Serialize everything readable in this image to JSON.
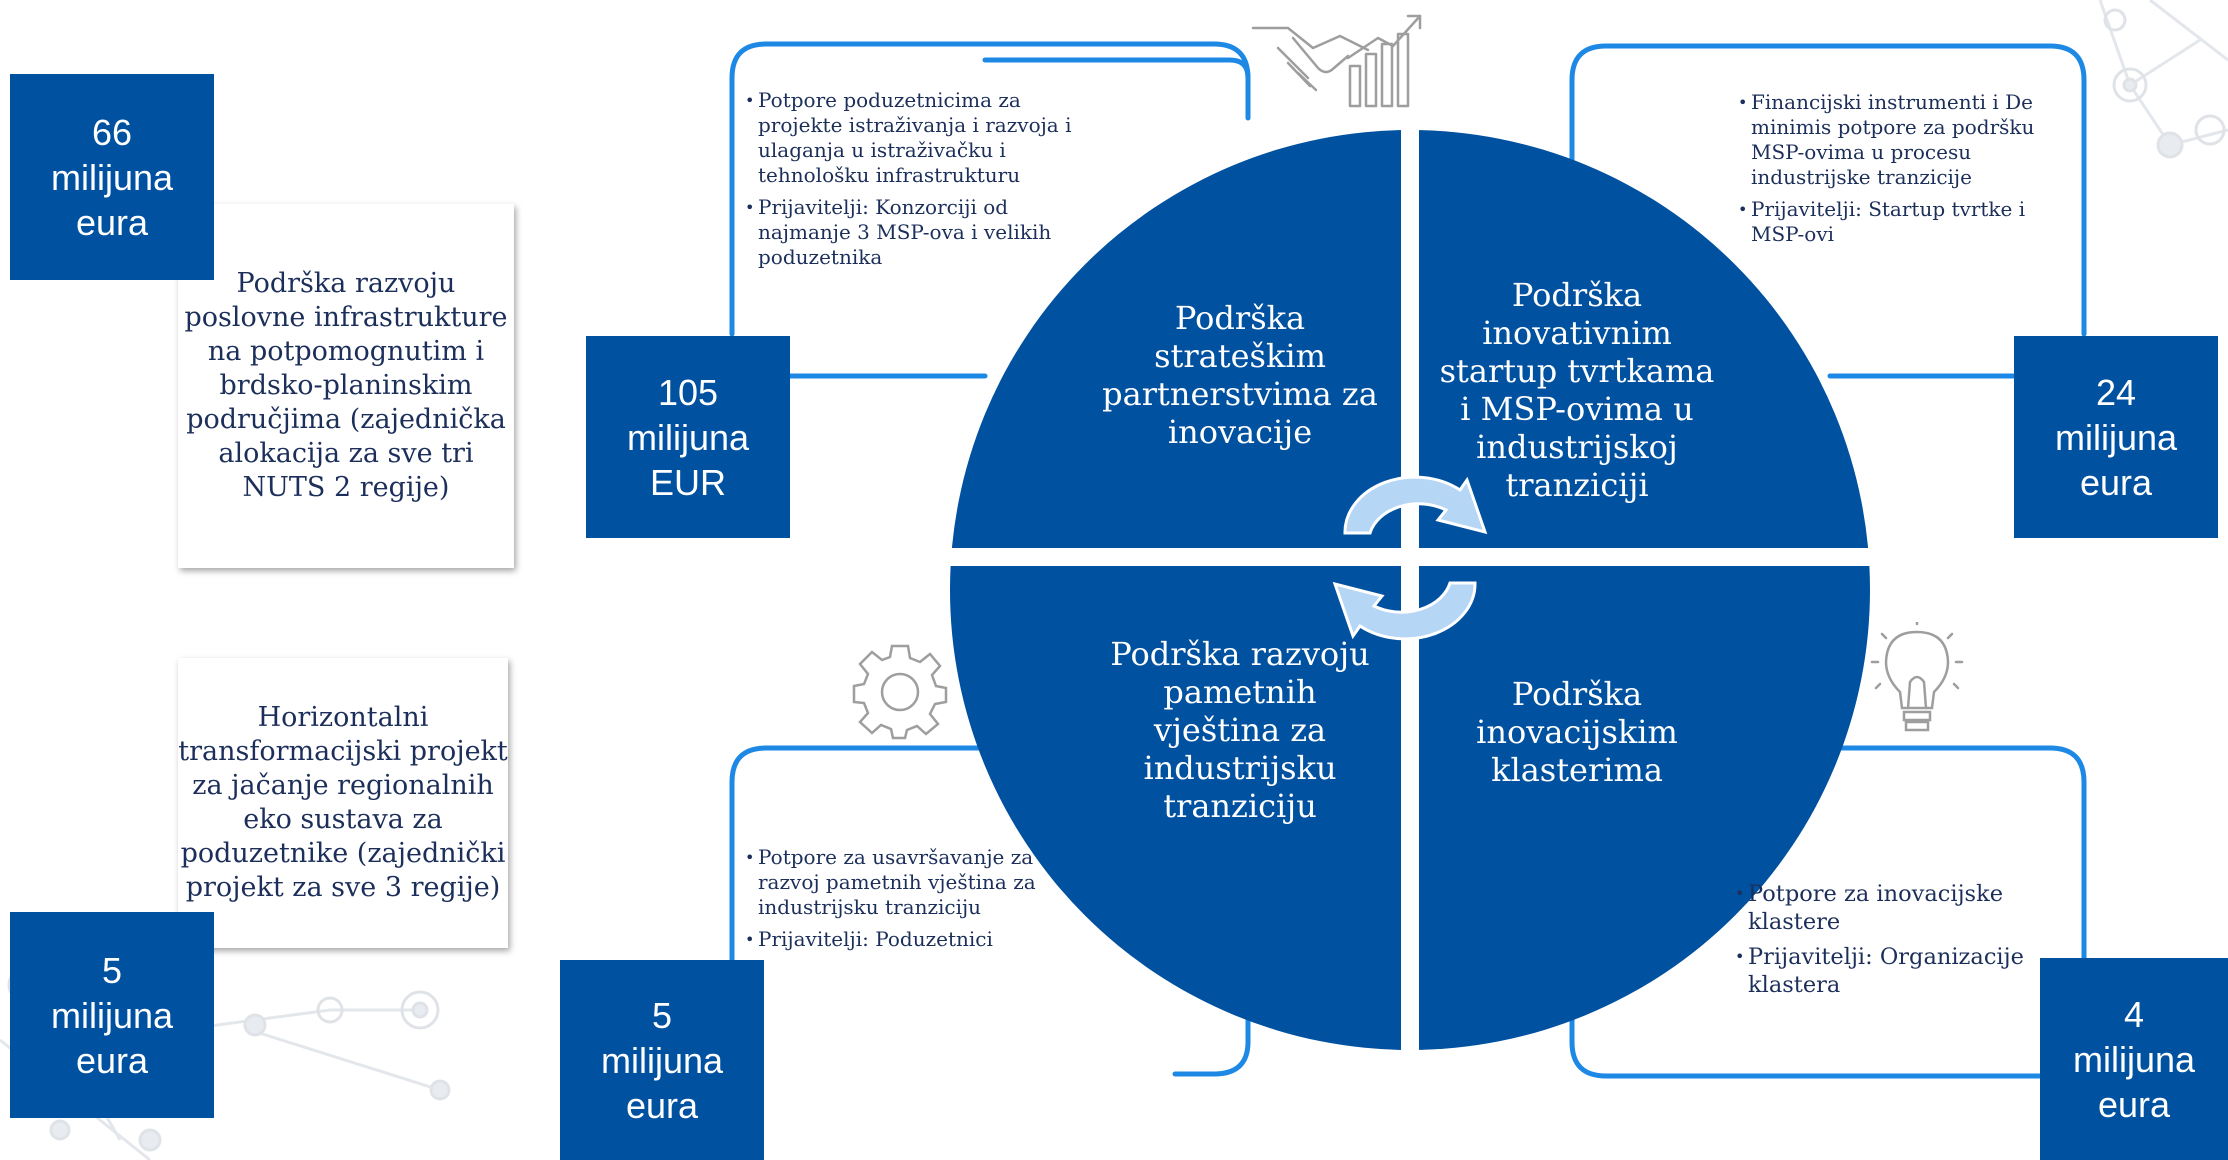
{
  "colors": {
    "primary": "#0051a0",
    "frame": "#1e88e5",
    "text_dark": "#1c2f5a",
    "arrow": "#90caf9"
  },
  "left": {
    "box1": {
      "line1": "66",
      "line2": "milijuna",
      "line3": "eura"
    },
    "card1": "Podrška razvoju poslovne infrastrukture na potpomognutim i brdsko-planinskim područjima (zajednička alokacija za sve tri NUTS 2 regije)",
    "card2": "Horizontalni transformacijski projekt za jačanje regionalnih eko sustava za poduzetnike (zajednički projekt za sve 3 regije)",
    "box2": {
      "line1": "5",
      "line2": "milijuna",
      "line3": "eura"
    }
  },
  "quadrants": {
    "top_left": {
      "title": "Podrška strateškim partnerstvima za inovacije",
      "amount": {
        "line1": "105",
        "line2": "milijuna",
        "line3": "EUR"
      },
      "bullets": [
        "Potpore poduzetnicima za projekte istraživanja i razvoja i ulaganja u istraživačku i tehnološku infrastrukturu",
        "Prijavitelji: Konzorciji od najmanje 3 MSP-ova i velikih poduzetnika"
      ],
      "icon": "handshake-chart-icon"
    },
    "top_right": {
      "title": "Podrška inovativnim startup tvrtkama i MSP-ovima u industrijskoj tranziciji",
      "amount": {
        "line1": "24",
        "line2": "milijuna",
        "line3": "eura"
      },
      "bullets": [
        "Financijski instrumenti i De minimis potpore za podršku MSP-ovima u procesu industrijske tranzicije",
        "Prijavitelji: Startup tvrtke i MSP-ovi"
      ]
    },
    "bottom_left": {
      "title": "Podrška razvoju pametnih vještina za industrijsku tranziciju",
      "amount": {
        "line1": "5",
        "line2": "milijuna",
        "line3": "eura"
      },
      "bullets": [
        "Potpore za usavršavanje za razvoj pametnih vještina za industrijsku tranziciju",
        "Prijavitelji: Poduzetnici"
      ],
      "icon": "gear-icon"
    },
    "bottom_right": {
      "title": "Podrška inovacijskim klasterima",
      "amount": {
        "line1": "4",
        "line2": "milijuna",
        "line3": "eura"
      },
      "bullets": [
        "Potpore za inovacijske klastere",
        "Prijavitelji: Organizacije klastera"
      ],
      "icon": "lightbulb-icon"
    }
  }
}
